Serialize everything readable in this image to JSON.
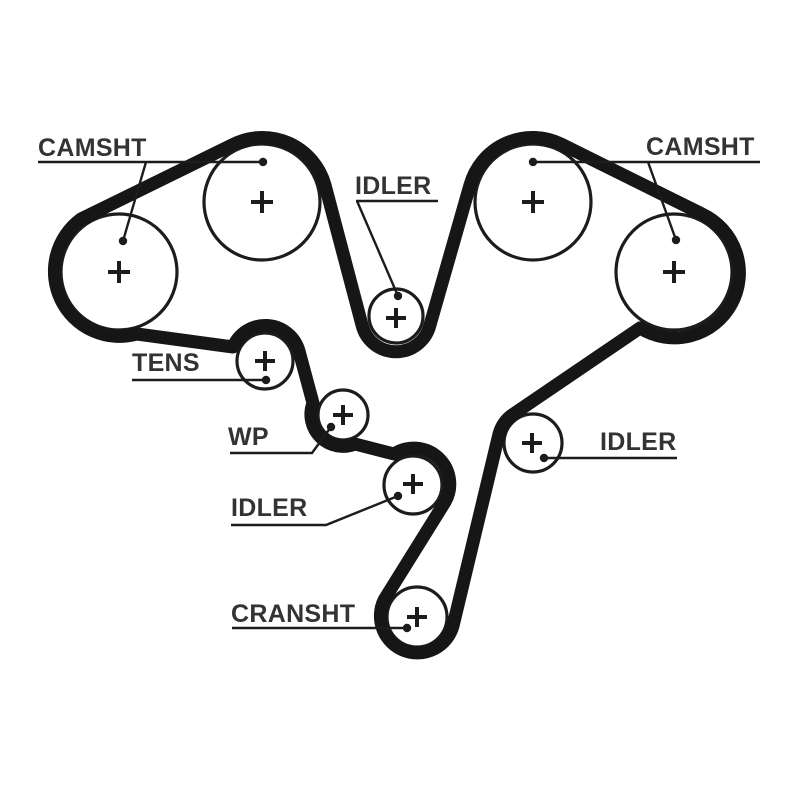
{
  "diagram": {
    "labels": {
      "camshaft_left": "CAMSHT",
      "camshaft_right": "CAMSHT",
      "idler_top": "IDLER",
      "tensioner": "TENS",
      "water_pump": "WP",
      "idler_lower": "IDLER",
      "idler_right": "IDLER",
      "crankshaft": "CRANSHT"
    },
    "center_mark_symbol": "+",
    "colors": {
      "ink": "#1c1c1c",
      "text": "#333333",
      "background": "#ffffff"
    }
  }
}
